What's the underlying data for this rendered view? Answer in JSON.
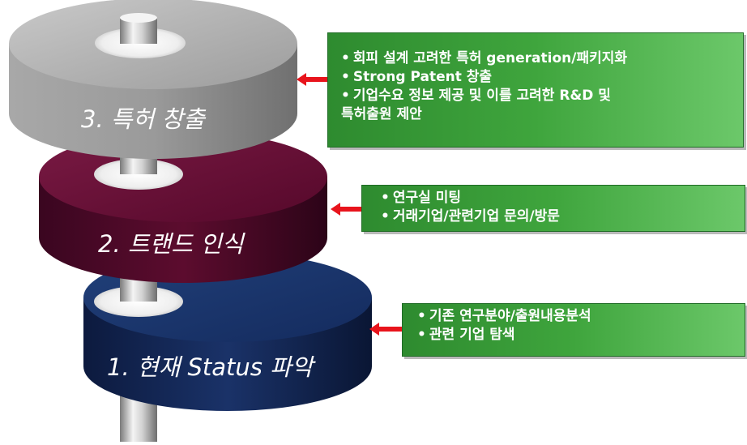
{
  "colors": {
    "disc3": "#8f8f8f",
    "disc2": "#5c0c2e",
    "disc1": "#14295c",
    "callout_green": "#3fa53d",
    "arrow_red": "#e8141c"
  },
  "layers": [
    {
      "label": "3. 특허 창출",
      "callout": {
        "items": [
          "회피 설계 고려한 특허 generation/패키지화",
          "Strong Patent 창출",
          "기업수요 정보 제공 및 이를 고려한 R&D 및",
          "특허출원 제안"
        ]
      }
    },
    {
      "label": "2. 트랜드 인식",
      "callout": {
        "items": [
          "연구실 미팅",
          "거래기업/관련기업 문의/방문"
        ]
      }
    },
    {
      "label": "1. 현재 Status 파악",
      "callout": {
        "items": [
          "기존 연구분야/출원내용분석",
          "관련 기업 탐색"
        ]
      }
    }
  ]
}
